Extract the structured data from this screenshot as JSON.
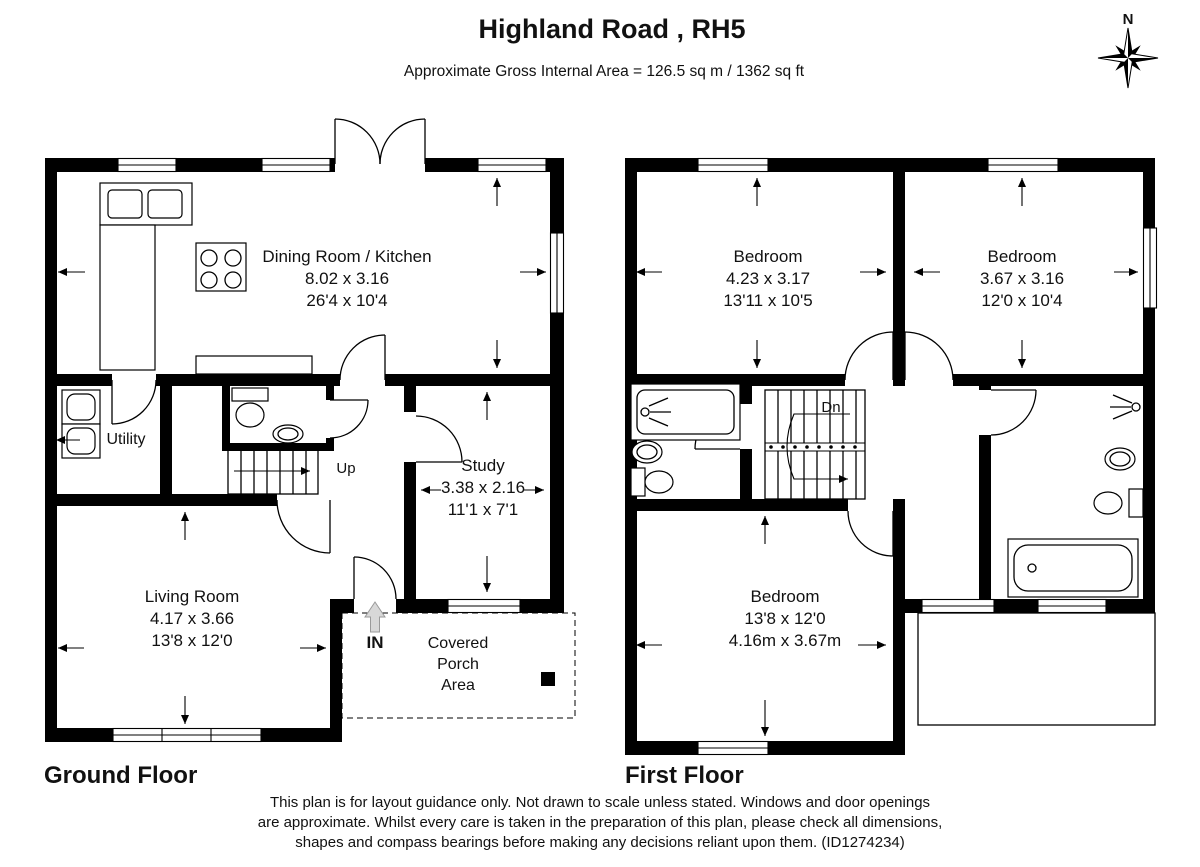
{
  "header": {
    "title": "Highland Road , RH5",
    "subtitle": "Approximate Gross Internal Area = 126.5 sq m / 1362 sq ft",
    "compass": "N"
  },
  "ground_floor": {
    "label": "Ground Floor",
    "dining": {
      "name": "Dining Room / Kitchen",
      "metric": "8.02 x 3.16",
      "imperial": "26'4 x 10'4"
    },
    "utility": {
      "name": "Utility"
    },
    "study": {
      "name": "Study",
      "metric": "3.38 x 2.16",
      "imperial": "11'1 x 7'1"
    },
    "living": {
      "name": "Living Room",
      "metric": "4.17 x 3.66",
      "imperial": "13'8 x 12'0"
    },
    "porch": {
      "line1": "Covered",
      "line2": "Porch",
      "line3": "Area"
    },
    "stairs_label": "Up",
    "entrance_label": "IN"
  },
  "first_floor": {
    "label": "First Floor",
    "bedroom1": {
      "name": "Bedroom",
      "metric": "4.23 x 3.17",
      "imperial": "13'11 x 10'5"
    },
    "bedroom2": {
      "name": "Bedroom",
      "metric": "3.67 x 3.16",
      "imperial": "12'0 x 10'4"
    },
    "bedroom3": {
      "name": "Bedroom",
      "imperial": "13'8 x 12'0",
      "metric": "4.16m x 3.67m"
    },
    "stairs_label": "Dn"
  },
  "footer": {
    "line1": "This plan is for layout guidance only. Not drawn to scale unless stated. Windows and door openings",
    "line2": "are approximate. Whilst every care is taken in the preparation of this plan, please check all dimensions,",
    "line3": "shapes and compass bearings before making any decisions reliant upon them. (ID1274234)"
  }
}
